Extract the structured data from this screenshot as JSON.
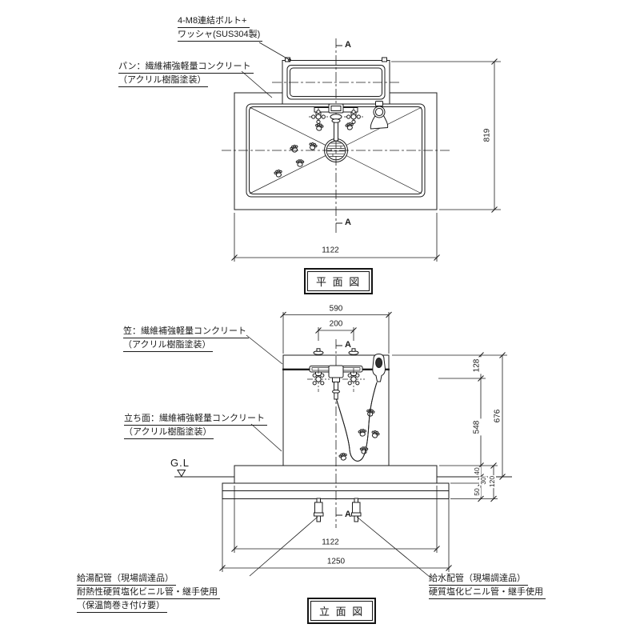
{
  "plan": {
    "title": "平 面 図",
    "section_label": "A",
    "labels": {
      "bolt_line1": "4-M8連結ボルト+",
      "bolt_line2": "ワッシャ(SUS304製)",
      "pan_line1": "パン：繊維補強軽量コンクリート",
      "pan_line2": "（アクリル樹脂塗装）"
    },
    "dims": {
      "width": "1122",
      "depth": "819"
    }
  },
  "elevation": {
    "title": "立 面 図",
    "section_label": "A",
    "labels": {
      "cap_line1": "笠：繊維補強軽量コンクリート",
      "cap_line2": "（アクリル樹脂塗装）",
      "face_line1": "立ち面：繊維補強軽量コンクリート",
      "face_line2": "（アクリル樹脂塗装）",
      "ground_level": "G.L",
      "hot_line1": "給湯配管（現場調達品）",
      "hot_line2": "耐熱性硬質塩化ビニル管・継手使用",
      "hot_line3": "（保温筒巻き付け要）",
      "cold_line1": "給水配管（現場調達品）",
      "cold_line2": "硬質塩化ビニル管・継手使用"
    },
    "dims": {
      "cap_width": "590",
      "faucet_spacing": "200",
      "cap_to_valve": "128",
      "valve_to_gl": "548",
      "top_to_gl": "676",
      "base_above_gl": "40",
      "layer_mid": "30",
      "layer_bottom": "50",
      "base_total": "120",
      "base_width": "1122",
      "gravel_width": "1250"
    }
  },
  "colors": {
    "line": "#1c1c1c",
    "background": "#ffffff"
  }
}
